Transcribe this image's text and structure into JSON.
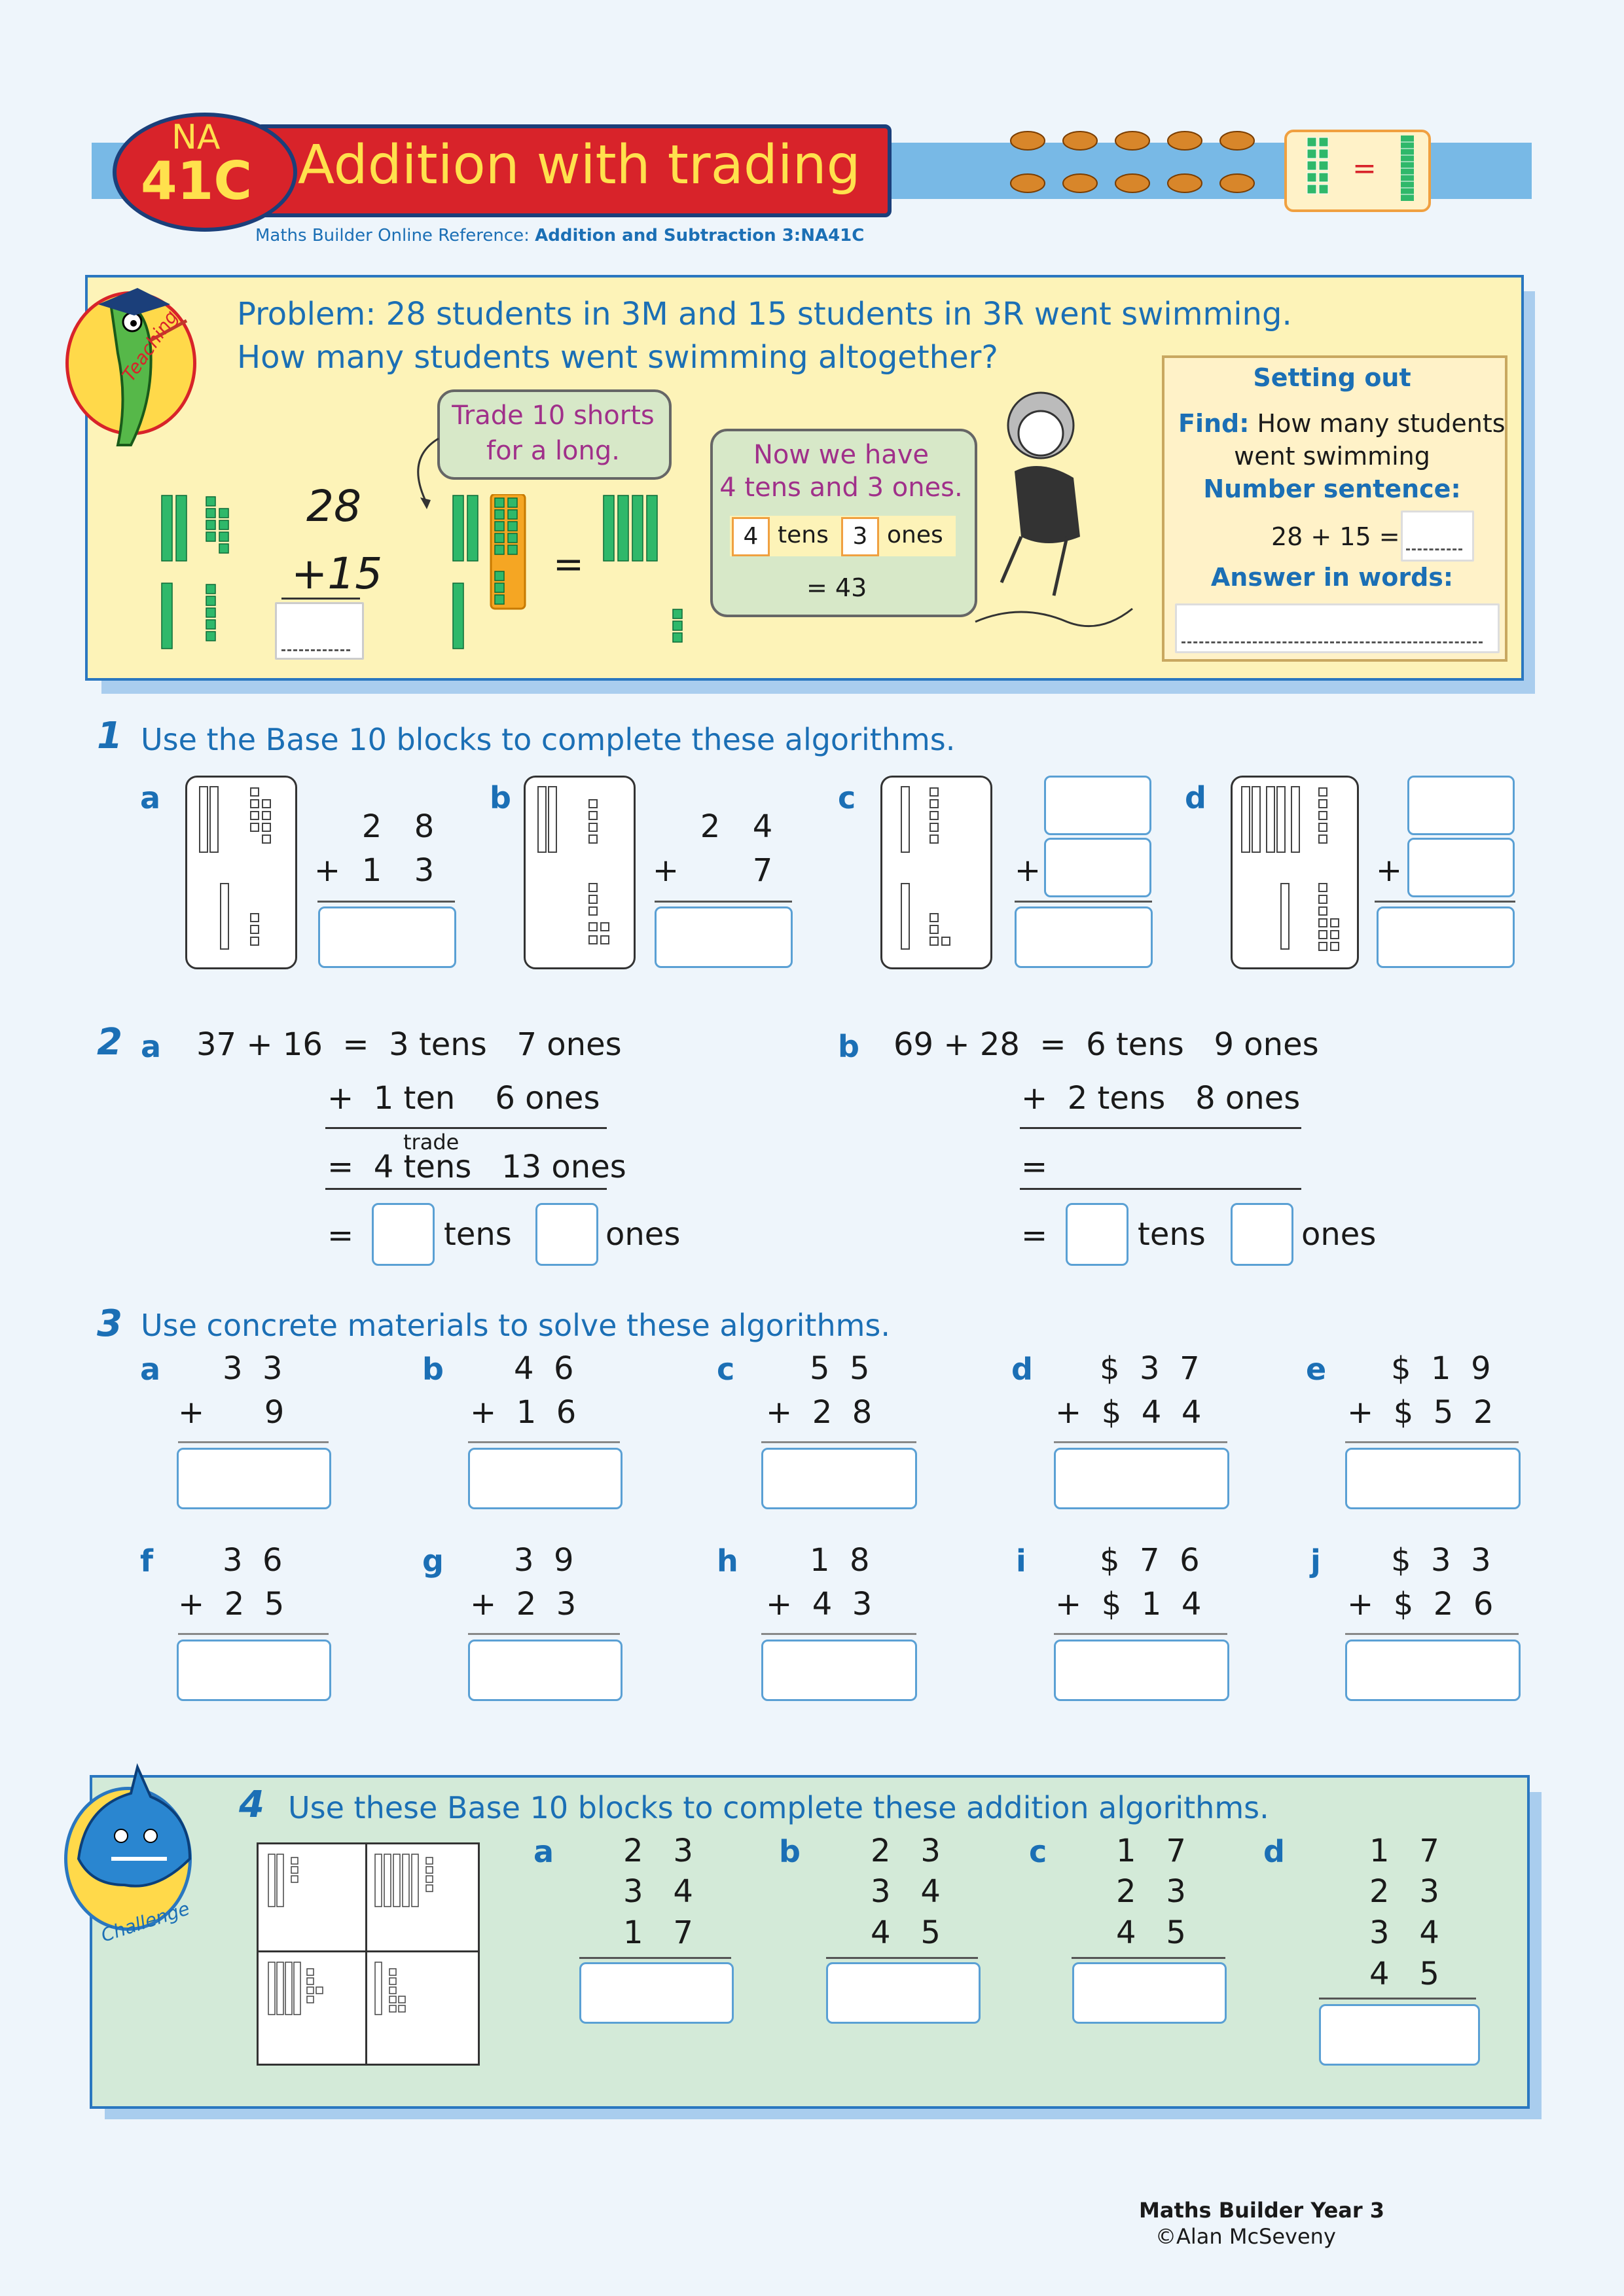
{
  "header": {
    "code_top": "NA",
    "code_bottom": "41C",
    "title": "Addition with trading",
    "online_ref_prefix": "Maths Builder Online Reference: ",
    "online_ref": "Addition and Subtraction 3:NA41C",
    "equals_sign": "="
  },
  "teaching": {
    "badge": "Teaching",
    "problem_line1": "Problem: 28 students in 3M and 15 students in 3R went swimming.",
    "problem_line2": "How many students went swimming altogether?",
    "trade_bubble": "Trade 10 shorts for a long.",
    "vertical_top": "28",
    "vertical_bottom": "+15",
    "equals": "=",
    "now_bubble_line1": "Now we have",
    "now_bubble_line2": "4 tens and 3 ones.",
    "tens_value": "4",
    "tens_label": "tens",
    "ones_value": "3",
    "ones_label": "ones",
    "result": "= 43",
    "setting_out": {
      "title": "Setting out",
      "find_label": "Find:",
      "find_text_line1": "How many students",
      "find_text_line2": "went swimming",
      "number_sentence_label": "Number sentence:",
      "sentence": "28 + 15 =",
      "answer_label": "Answer in words:"
    }
  },
  "q1": {
    "number": "1",
    "instruction": "Use the Base 10 blocks to complete these algorithms.",
    "items": [
      {
        "label": "a",
        "top": [
          "2",
          "8"
        ],
        "bottom": [
          "1",
          "3"
        ],
        "plus": "+"
      },
      {
        "label": "b",
        "top": [
          "2",
          "4"
        ],
        "bottom": [
          "",
          "7"
        ],
        "plus": "+"
      },
      {
        "label": "c",
        "plus": "+"
      },
      {
        "label": "d",
        "plus": "+"
      }
    ]
  },
  "q2": {
    "number": "2",
    "a": {
      "label": "a",
      "line1": "37 + 16  =  3 tens   7 ones",
      "line2": "+  1 ten    6 ones",
      "trade": "trade",
      "line3": "=  4 tens   13 ones",
      "eq": "=",
      "tens": "tens",
      "ones": "ones"
    },
    "b": {
      "label": "b",
      "line1": "69 + 28  =  6 tens   9 ones",
      "line2": "+  2 tens   8 ones",
      "line3": "=",
      "eq": "=",
      "tens": "tens",
      "ones": "ones"
    }
  },
  "q3": {
    "number": "3",
    "instruction": "Use concrete materials to solve these algorithms.",
    "items": [
      {
        "label": "a",
        "top": "3  3",
        "bottom": "+      9"
      },
      {
        "label": "b",
        "top": "4  6",
        "bottom": "+  1  6"
      },
      {
        "label": "c",
        "top": "5  5",
        "bottom": "+  2  8"
      },
      {
        "label": "d",
        "top": "$  3  7",
        "bottom": "+  $  4  4"
      },
      {
        "label": "e",
        "top": "$  1  9",
        "bottom": "+  $  5  2"
      },
      {
        "label": "f",
        "top": "3  6",
        "bottom": "+  2  5"
      },
      {
        "label": "g",
        "top": "3  9",
        "bottom": "+  2  3"
      },
      {
        "label": "h",
        "top": "1  8",
        "bottom": "+  4  3"
      },
      {
        "label": "i",
        "top": "$  7  6",
        "bottom": "+  $  1  4"
      },
      {
        "label": "j",
        "top": "$  3  3",
        "bottom": "+  $  2  6"
      }
    ]
  },
  "q4": {
    "number": "4",
    "badge": "Challenge",
    "instruction": "Use these Base 10 blocks to complete these addition algorithms.",
    "items": [
      {
        "label": "a",
        "rows": [
          "2   3",
          "3   4",
          "1   7"
        ]
      },
      {
        "label": "b",
        "rows": [
          "2   3",
          "3   4",
          "4   5"
        ]
      },
      {
        "label": "c",
        "rows": [
          "1   7",
          "2   3",
          "4   5"
        ]
      },
      {
        "label": "d",
        "rows": [
          "1   7",
          "2   3",
          "3   4",
          "4   5"
        ]
      }
    ]
  },
  "footer": {
    "book": "Maths Builder Year 3",
    "author": "©Alan McSeveny"
  }
}
